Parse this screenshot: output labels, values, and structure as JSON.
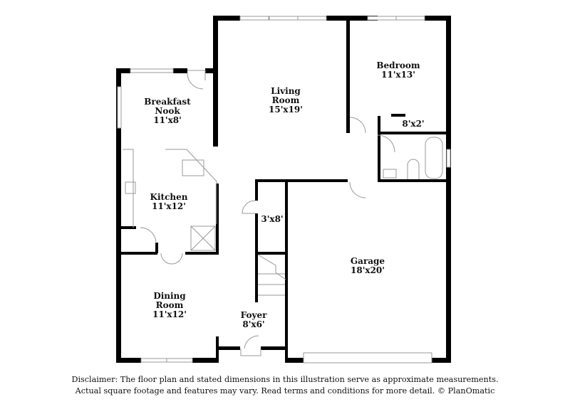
{
  "rooms": {
    "breakfast_nook": {
      "name_line1": "Breakfast",
      "name_line2": "Nook",
      "dims": "11'x8'"
    },
    "living_room": {
      "name_line1": "Living",
      "name_line2": "Room",
      "dims": "15'x19'"
    },
    "bedroom": {
      "name": "Bedroom",
      "dims": "11'x13'"
    },
    "closet_bedroom": {
      "dims": "8'x2'"
    },
    "kitchen": {
      "name": "Kitchen",
      "dims": "11'x12'"
    },
    "closet_foyer": {
      "dims": "3'x8'"
    },
    "garage": {
      "name": "Garage",
      "dims": "18'x20'"
    },
    "dining_room": {
      "name_line1": "Dining",
      "name_line2": "Room",
      "dims": "11'x12'"
    },
    "foyer": {
      "name": "Foyer",
      "dims": "8'x6'"
    }
  },
  "disclaimer": {
    "line1": "Disclaimer: The floor plan and stated dimensions in this illustration serve as approximate measurements.",
    "line2": "Actual square footage and features may vary. Read terms and conditions for more detail. © PlanOmatic"
  },
  "colors": {
    "wall": "#000000",
    "fixture": "#999999",
    "background": "#ffffff"
  }
}
